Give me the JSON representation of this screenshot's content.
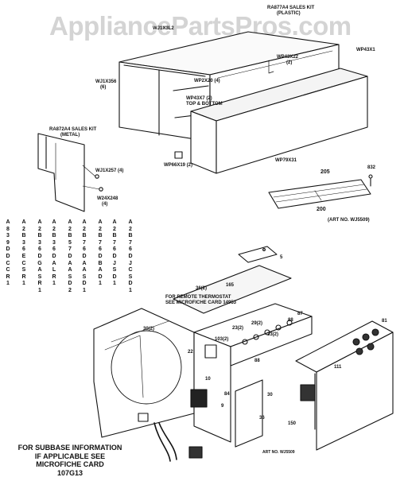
{
  "watermark": "AppliancePartsPros.com",
  "labels": {
    "kit_plastic_1": "RA877A4 SALES KIT",
    "kit_plastic_2": "(PLASTIC)",
    "top_part": "WJ1X3L2",
    "wp43x1": "WP43X1",
    "wp43x22": "WP43X22",
    "wp43x22_qty": "(2)",
    "wj1x356": "WJ1X356",
    "wj1x356_qty": "(6)",
    "wp2x20": "WP2X20 (4)",
    "wp43x7_1": "WP43X7 (2)",
    "wp43x7_2": "TOP & BOTTOM",
    "wp79x31": "WP79X31",
    "wp66x19": "WP66X19 (2)",
    "kit_metal_1": "RA872A4 SALES KIT",
    "kit_metal_2": "(METAL)",
    "wj1x257": "WJ1X257 (4)",
    "w24x248_1": "W24X248",
    "w24x248_2": "(4)",
    "n205": "205",
    "n200": "200",
    "n832": "832",
    "art_no": "(ART NO. WJ5509)",
    "remote_1": "FOR REMOTE THERMOSTAT",
    "remote_2": "SEE MICROFICHE CARD 14953",
    "bottom_art": "ART NO. WJ5509",
    "n165": "165",
    "n5": "5",
    "p_ref_a": "36(2)",
    "p_ref_b": "30(2)",
    "p_ref_c": "23(2)",
    "p_ref_d": "29(2)",
    "p_ref_e": "33(2)",
    "p_ref_f": "103(2)",
    "p_ref_g": "88",
    "p_ref_h": "87",
    "p_ref_i": "81",
    "p_ref_j": "22",
    "p_ref_k": "88",
    "p_ref_l": "10",
    "p_ref_m": "9",
    "p_ref_n": "30",
    "p_ref_o": "36",
    "p_ref_p": "84",
    "p_ref_q": "150",
    "p_ref_r": "111"
  },
  "model_columns": [
    [
      "A",
      "8",
      "3",
      "9",
      "D",
      "D",
      "C",
      "C",
      "R",
      "1"
    ],
    [
      "A",
      "2",
      "B",
      "3",
      "6",
      "E",
      "C",
      "S",
      "R",
      "1"
    ],
    [
      "A",
      "2",
      "B",
      "3",
      "6",
      "D",
      "G",
      "A",
      "S",
      "R",
      "1"
    ],
    [
      "A",
      "2",
      "B",
      "3",
      "6",
      "D",
      "A",
      "L",
      "R",
      "1"
    ],
    [
      "A",
      "2",
      "B",
      "5",
      "7",
      "D",
      "A",
      "A",
      "S",
      "D",
      "2"
    ],
    [
      "A",
      "2",
      "B",
      "7",
      "6",
      "D",
      "A",
      "A",
      "S",
      "D",
      "1"
    ],
    [
      "A",
      "2",
      "B",
      "7",
      "6",
      "D",
      "B",
      "A",
      "D",
      "1"
    ],
    [
      "A",
      "2",
      "B",
      "7",
      "6",
      "D",
      "J",
      "S",
      "D",
      "1"
    ],
    [
      "A",
      "2",
      "B",
      "7",
      "6",
      "D",
      "J",
      "C",
      "S",
      "D",
      "1"
    ]
  ],
  "subbase_note": [
    "FOR SUBBASE INFORMATION",
    "IF APPLICABLE SEE",
    "MICROFICHE CARD",
    "107G13"
  ]
}
